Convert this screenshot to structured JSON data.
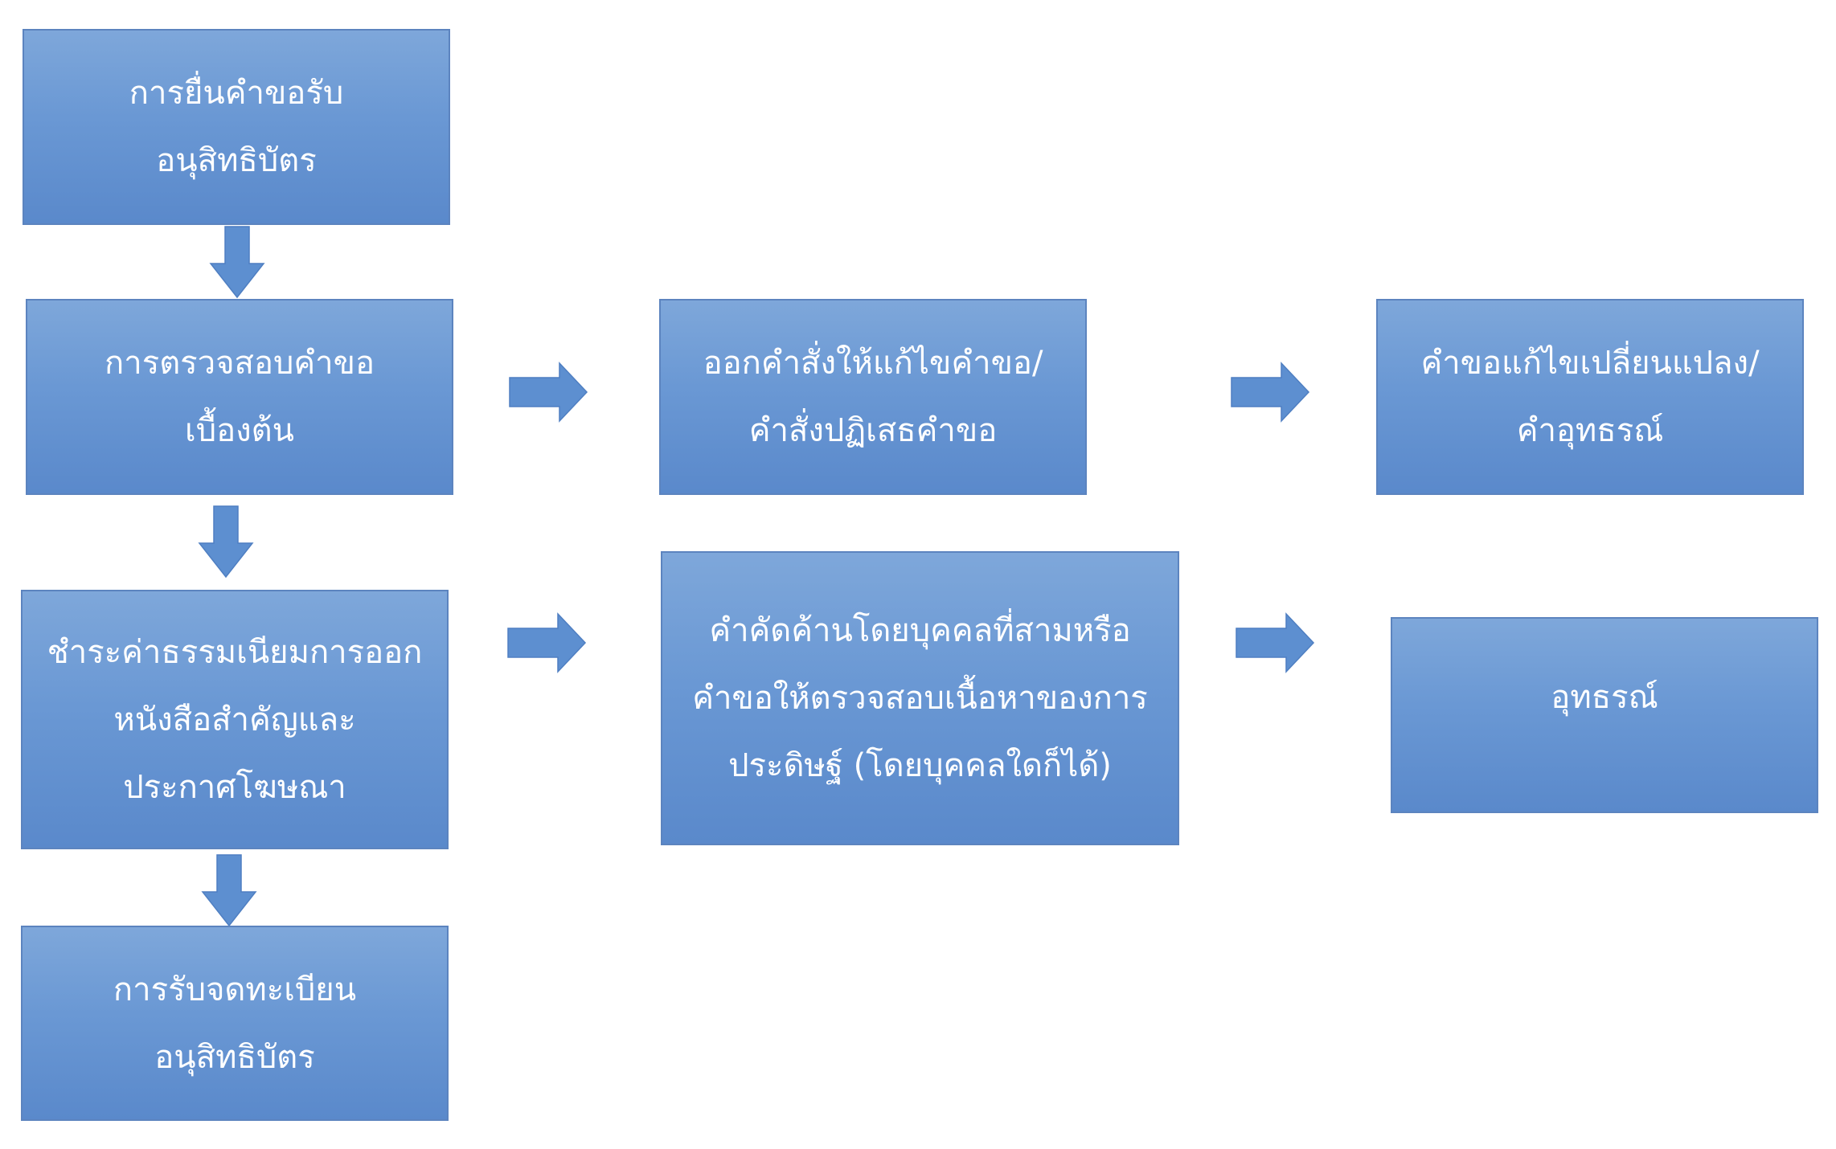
{
  "boxes": {
    "apply": {
      "lines": [
        "การยื่นคำขอรับ",
        "อนุสิทธิบัตร"
      ]
    },
    "exam": {
      "lines": [
        "การตรวจสอบคำขอ",
        "เบื้องต้น"
      ]
    },
    "order": {
      "lines": [
        "ออกคำสั่งให้แก้ไขคำขอ/",
        "คำสั่งปฏิเสธคำขอ"
      ]
    },
    "amend": {
      "lines": [
        "คำขอแก้ไขเปลี่ยนแปลง/",
        "คำอุทธรณ์"
      ]
    },
    "fee": {
      "lines": [
        "ชำระค่าธรรมเนียมการออก",
        "หนังสือสำคัญและ",
        "ประกาศโฆษณา"
      ]
    },
    "opposition": {
      "lines": [
        "คำคัดค้านโดยบุคคลที่สามหรือ",
        "คำขอให้ตรวจสอบเนื้อหาของการ",
        "ประดิษฐ์ (โดยบุคคลใดก็ได้)"
      ]
    },
    "appeal": {
      "lines": [
        "อุทธรณ์"
      ]
    },
    "register": {
      "lines": [
        "การรับจดทะเบียน",
        "อนุสิทธิบัตร"
      ]
    }
  },
  "colors": {
    "box_fill": "#6a98d4",
    "box_border": "#5c84bf",
    "arrow_fill": "#5d8fd0",
    "text": "#ffffff"
  }
}
